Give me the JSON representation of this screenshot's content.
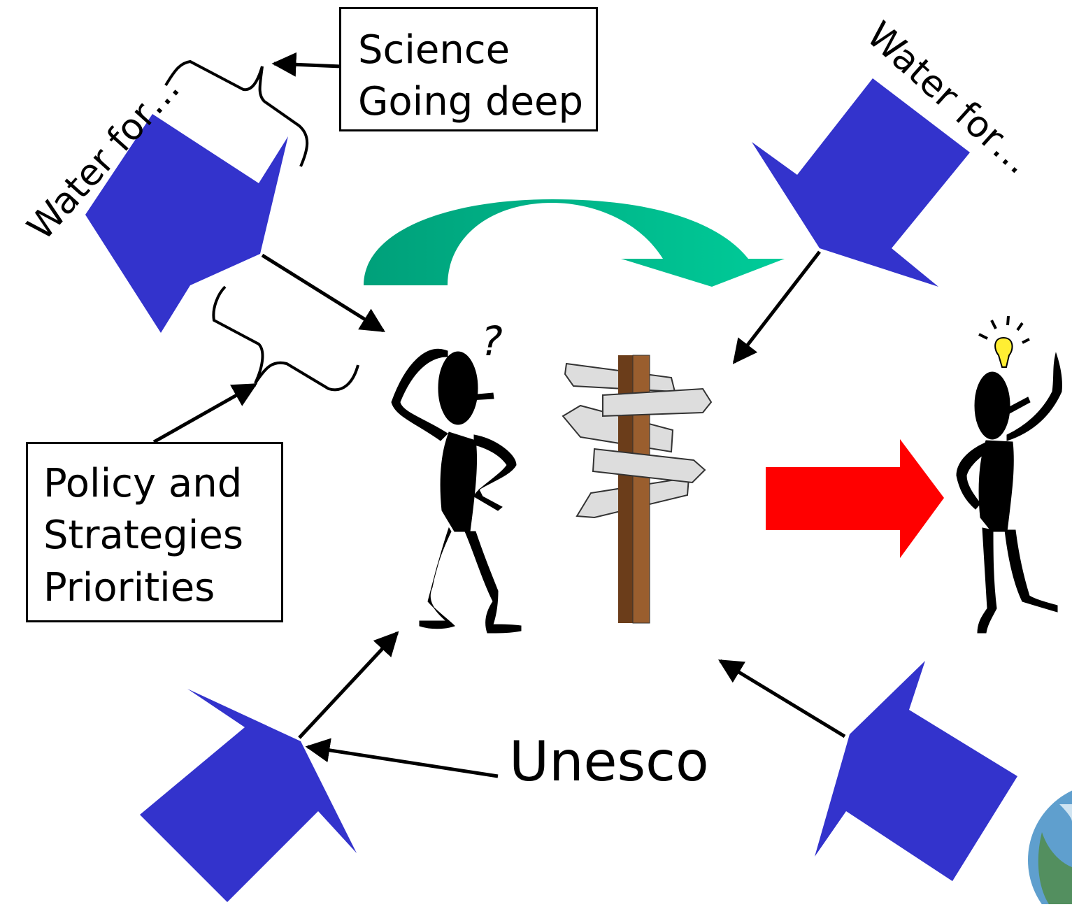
{
  "labels": {
    "water_for_left": "Water for…",
    "water_for_right": "Water for…",
    "unesco": "Unesco",
    "question_mark": "?"
  },
  "science_box": {
    "line1": "Science",
    "line2": "Going deep"
  },
  "policy_box": {
    "line1": "Policy and",
    "line2": "Strategies",
    "line3": "Priorities"
  },
  "colors": {
    "house_blue": "#3333cc",
    "curved_arrow_dark": "#00a07a",
    "curved_arrow_light": "#00cc99",
    "red_arrow": "#ff0000",
    "signpost_brown": "#9a5e2e",
    "sign_gray": "#dddddd",
    "bulb_yellow": "#ffee33"
  }
}
